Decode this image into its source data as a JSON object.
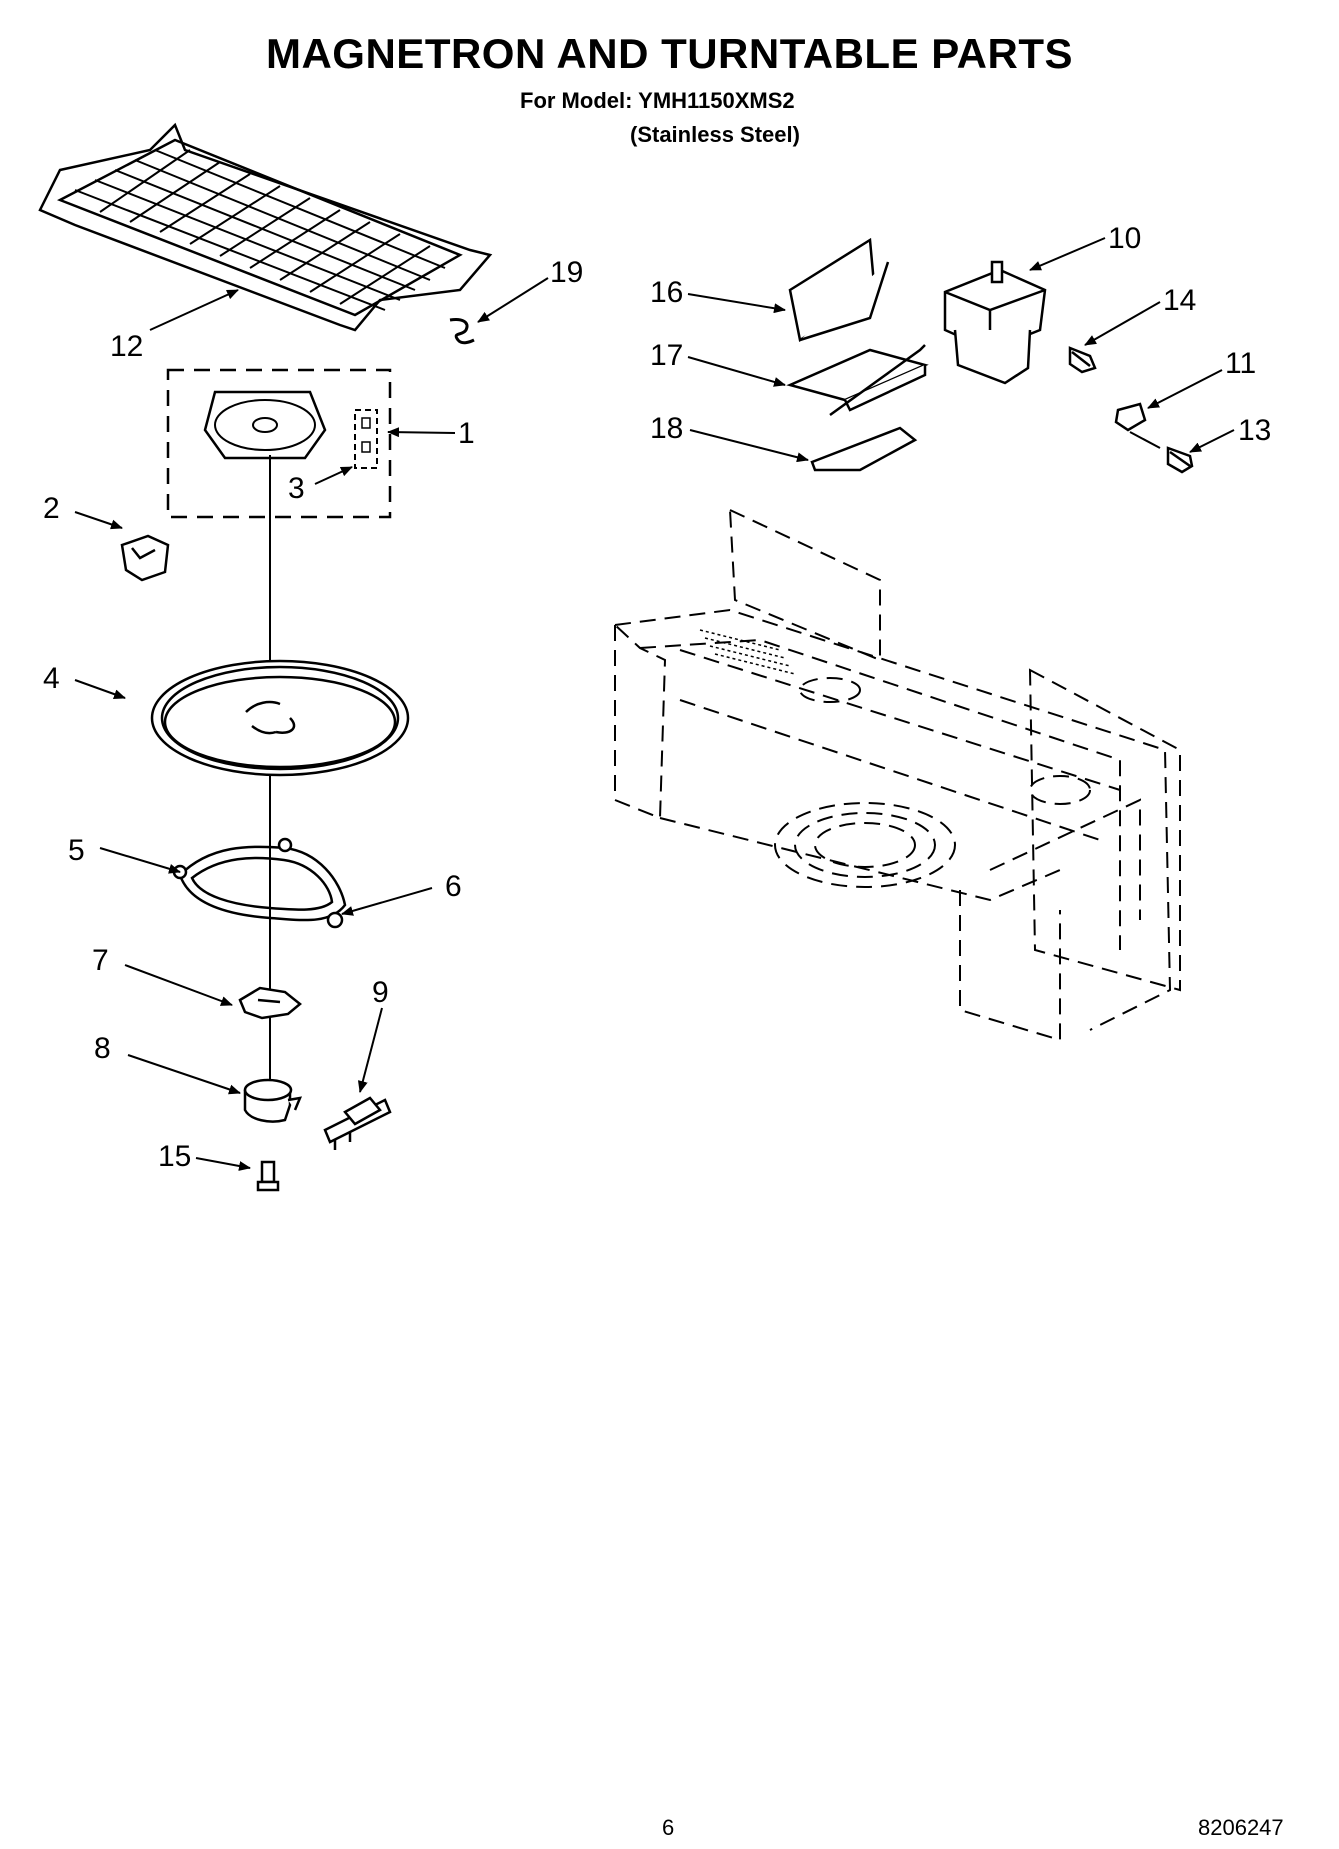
{
  "header": {
    "title": "MAGNETRON AND TURNTABLE PARTS",
    "model_line": "For Model: YMH1150XMS2",
    "variant": "(Stainless Steel)"
  },
  "callouts": {
    "c1": "1",
    "c2": "2",
    "c3": "3",
    "c4": "4",
    "c5": "5",
    "c6": "6",
    "c7": "7",
    "c8": "8",
    "c9": "9",
    "c10": "10",
    "c11": "11",
    "c12": "12",
    "c13": "13",
    "c14": "14",
    "c15": "15",
    "c16": "16",
    "c17": "17",
    "c18": "18",
    "c19": "19"
  },
  "footer": {
    "page_number": "6",
    "doc_number": "8206247"
  }
}
